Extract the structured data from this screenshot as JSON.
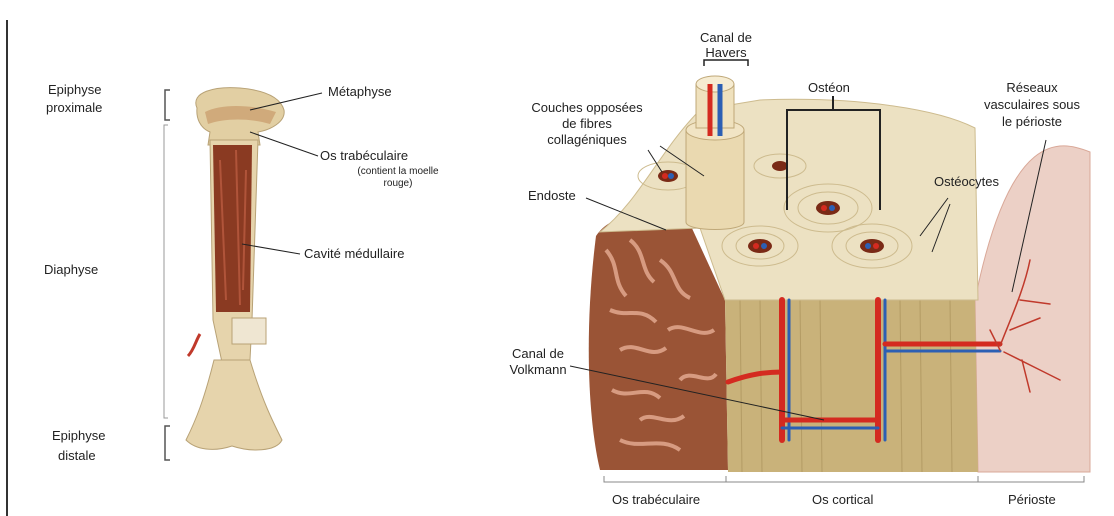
{
  "left_labels": {
    "epiphyse_proximale_1": "Epiphyse",
    "epiphyse_proximale_2": "proximale",
    "diaphyse": "Diaphyse",
    "epiphyse_distale_1": "Epiphyse",
    "epiphyse_distale_2": "distale",
    "metaphyse": "Métaphyse",
    "os_trabeculaire": "Os trabéculaire",
    "os_trabeculaire_note_1": "(contient la moelle",
    "os_trabeculaire_note_2": "rouge)",
    "cavite_medullaire": "Cavité médullaire"
  },
  "right_labels": {
    "canal_havers_1": "Canal de",
    "canal_havers_2": "Havers",
    "couches_1": "Couches opposées",
    "couches_2": "de fibres",
    "couches_3": "collagéniques",
    "osteon": "Ostéon",
    "reseaux_1": "Réseaux",
    "reseaux_2": "vasculaires sous",
    "reseaux_3": "le périoste",
    "osteocytes": "Ostéocytes",
    "endoste": "Endoste",
    "canal_volkmann_1": "Canal de",
    "canal_volkmann_2": "Volkmann"
  },
  "bottom_labels": {
    "os_trabeculaire": "Os trabéculaire",
    "os_cortical": "Os cortical",
    "perioste": "Périoste"
  },
  "colors": {
    "bone": "#e8d9b5",
    "marrow": "#8a3a22",
    "artery": "#d42a20",
    "vein": "#2c5fb4",
    "cortical": "#c9b37a",
    "periosteum": "#e9c3b8"
  }
}
